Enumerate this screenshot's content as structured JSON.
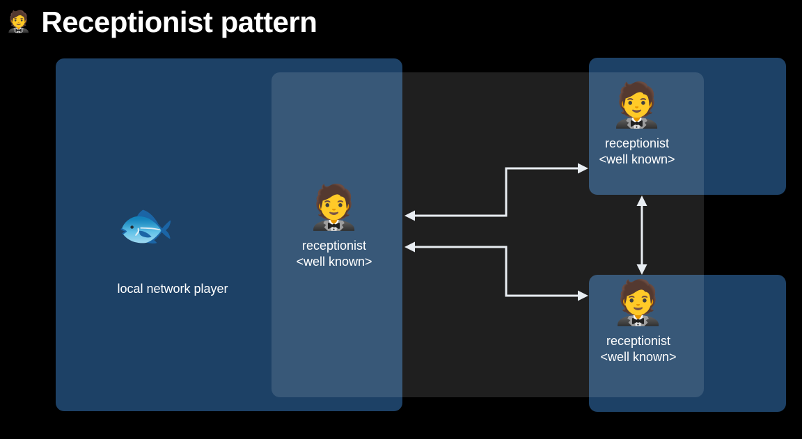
{
  "header": {
    "emoji": "🤵",
    "title": "Receptionist pattern"
  },
  "left_panel": {
    "emoji": "🐟",
    "label": "local network player"
  },
  "middle_node": {
    "emoji": "🤵",
    "line1": "receptionist",
    "line2": "<well known>"
  },
  "top_right_node": {
    "emoji": "🤵",
    "line1": "receptionist",
    "line2": "<well known>"
  },
  "bottom_right_node": {
    "emoji": "🤵",
    "line1": "receptionist",
    "line2": "<well known>"
  },
  "colors": {
    "background": "#000000",
    "panel": "#1d4166",
    "arrow": "#e8edf2"
  }
}
